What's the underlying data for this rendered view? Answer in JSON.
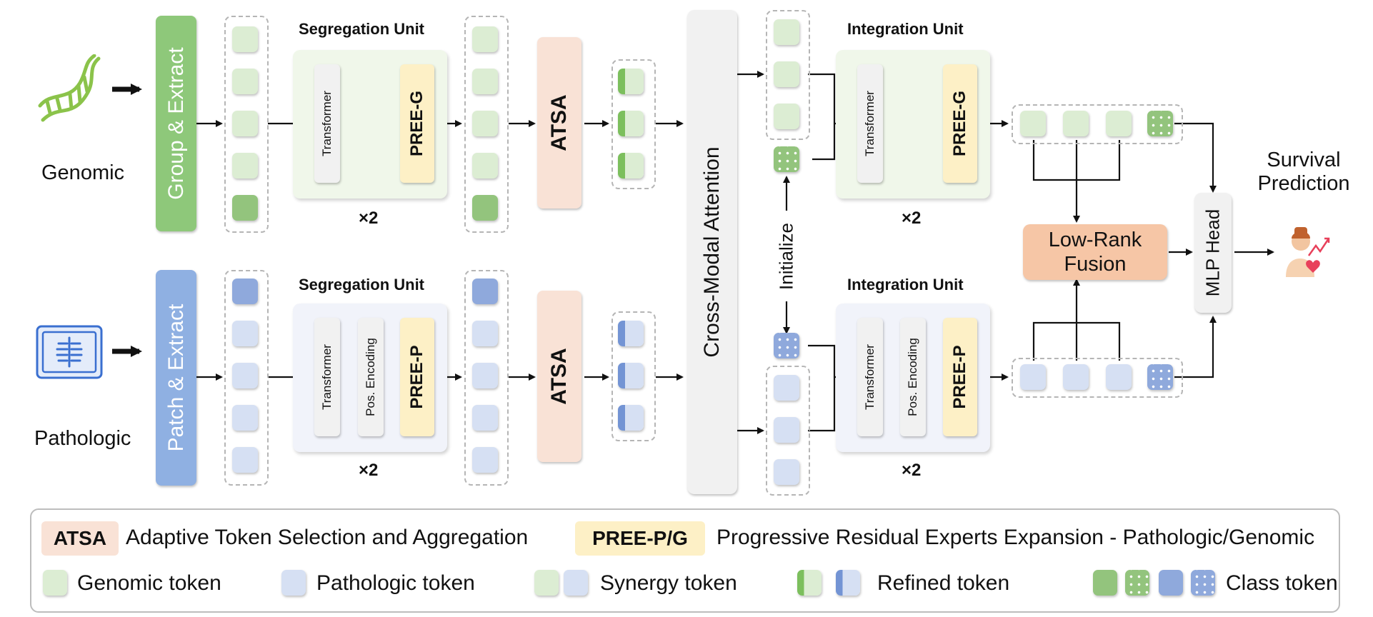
{
  "inputs": {
    "genomic_label": "Genomic",
    "pathologic_label": "Pathologic",
    "genomic_extract": "Group & Extract",
    "pathologic_extract": "Patch & Extract"
  },
  "units": {
    "segregation_title": "Segregation Unit",
    "integration_title": "Integration Unit",
    "transformer": "Transformer",
    "pos_encoding": "Pos. Encoding",
    "pree_g": "PREE-G",
    "pree_p": "PREE-P",
    "repeat": "×2",
    "atsa": "ATSA"
  },
  "middle": {
    "cross_modal": "Cross-Modal Attention",
    "initialize": "Initialize"
  },
  "head": {
    "low_rank_fusion": "Low-Rank Fusion",
    "mlp_head": "MLP Head",
    "survival_prediction": "Survival Prediction"
  },
  "legend": {
    "atsa_tag": "ATSA",
    "atsa_desc": "Adaptive Token Selection and Aggregation",
    "pree_tag": "PREE-P/G",
    "pree_desc": "Progressive Residual Experts Expansion - Pathologic/Genomic",
    "genomic_token": "Genomic token",
    "pathologic_token": "Pathologic token",
    "synergy_token": "Synergy token",
    "refined_token": "Refined token",
    "class_token": "Class token"
  },
  "colors": {
    "genomic_green": "#93c47d",
    "pathologic_blue": "#8fa9dc",
    "atsa_bg": "#f9e2d6",
    "pree_bg": "#fdf0c6",
    "fusion_bg": "#f6c6a6"
  }
}
